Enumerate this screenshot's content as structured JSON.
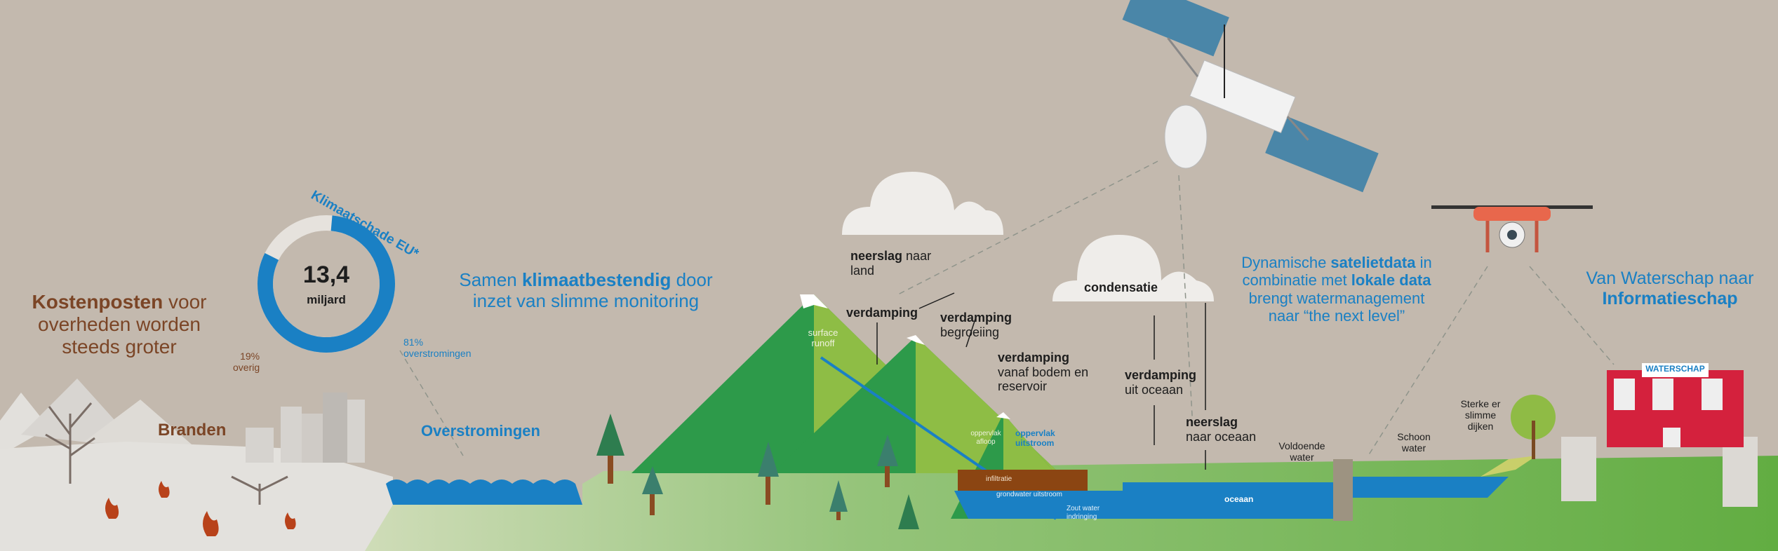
{
  "left": {
    "heading_bold": "Kostenposten",
    "heading_rest1": " voor",
    "heading_line2": "overheden worden",
    "heading_line3": "steeds groter",
    "fires_label": "Branden"
  },
  "donut": {
    "title": "Klimaatschade EU*",
    "value": "13,4",
    "unit": "miljard",
    "segments": [
      {
        "percent_label": "81%",
        "label": "overstromingen",
        "value": 81,
        "color": "#1a80c4"
      },
      {
        "percent_label": "19%",
        "label": "overig",
        "value": 19,
        "color": "#e6e2dd"
      }
    ]
  },
  "middle": {
    "line1_pre": "Samen ",
    "line1_bold": "klimaatbestendig",
    "line1_post": " door",
    "line2": "inzet van slimme monitoring",
    "floods_label": "Overstromingen"
  },
  "water_cycle": {
    "neerslag_land_bold": "neerslag",
    "neerslag_land_rest": " naar",
    "neerslag_land_line2": "land",
    "verdamping": "verdamping",
    "surface_runoff": "surface runoff",
    "verdamping_begroeiing": "begroeiing",
    "verdamping_bodem_line2": "vanaf bodem en",
    "verdamping_bodem_line3": "reservoir",
    "condensatie": "condensatie",
    "verdamping_oceaan": "uit oceaan",
    "neerslag_oceaan_bold": "neerslag",
    "neerslag_oceaan_rest": "naar oceaan",
    "oppervlak_afloop": "oppervlak afloop",
    "oppervlak_uitstroom": "oppervlak uitstroom",
    "infiltratie": "infiltratie",
    "grondwater_uitstroom": "grondwater uitstroom",
    "zout_water": "Zout water indringing",
    "oceaan": "oceaan"
  },
  "satellite_text": {
    "l1_pre": "Dynamische ",
    "l1_bold": "satelietdata",
    "l1_post": " in",
    "l2_pre": "combinatie met ",
    "l2_bold": "lokale data",
    "l3": "brengt watermanagement",
    "l4": "naar “the next level”"
  },
  "right": {
    "line1": "Van Waterschap naar",
    "line2_bold": "Informatieschap",
    "building_sign": "WATERSCHAP",
    "voldoende_water": "Voldoende water",
    "schoon_water": "Schoon water",
    "dijken": "Sterke er slimme dijken"
  },
  "colors": {
    "background": "#c3b9ae",
    "blue": "#1a80c4",
    "brown": "#7b4526",
    "green": "#6ab04c",
    "red": "#d4213d"
  }
}
